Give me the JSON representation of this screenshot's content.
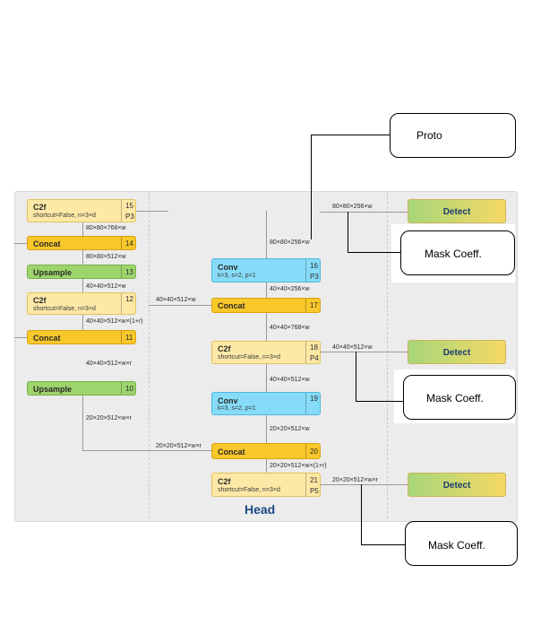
{
  "diagram": {
    "title": "Head",
    "blocks": [
      {
        "name": "C2f",
        "params": "shortcut=False, n=3×d",
        "index": "15",
        "level": "P3"
      },
      {
        "name": "Concat",
        "index": "14"
      },
      {
        "name": "Upsample",
        "index": "13"
      },
      {
        "name": "C2f",
        "params": "shortcut=False, n=3×d",
        "index": "12"
      },
      {
        "name": "Concat",
        "index": "11"
      },
      {
        "name": "Upsample",
        "index": "10"
      },
      {
        "name": "Conv",
        "params": "k=3, s=2, p=1",
        "index": "16",
        "level": "P3"
      },
      {
        "name": "Concat",
        "index": "17"
      },
      {
        "name": "C2f",
        "params": "shortcut=False, n=3×d",
        "index": "18",
        "level": "P4"
      },
      {
        "name": "Conv",
        "params": "k=3, s=2, p=1",
        "index": "19"
      },
      {
        "name": "Concat",
        "index": "20"
      },
      {
        "name": "C2f",
        "params": "shortcut=False, n=3×d",
        "index": "21",
        "level": "P5"
      }
    ],
    "detect": [
      "Detect",
      "Detect",
      "Detect"
    ],
    "tensors": [
      "80×80×768×w",
      "80×80×512×w",
      "40×40×512×w",
      "40×40×512×w×(1+r)",
      "40×40×512×w×r",
      "20×20×512×w×r",
      "80×80×256×w",
      "40×40×256×w",
      "40×40×512×w",
      "40×40×768×w",
      "40×40×512×w",
      "20×20×512×w",
      "20×20×512×w×r",
      "20×20×512×w×(1+r)",
      "80×80×256×w",
      "40×40×512×w",
      "20×20×512×w×r"
    ],
    "annotations": {
      "proto": "Proto",
      "mask1": "Mask Coeff.",
      "mask2": "Mask Coeff.",
      "mask3": "Mask Coeff."
    },
    "colors": {
      "c2f": "#fde8a6",
      "concat": "#f8c72a",
      "upsample": "#9ed46c",
      "conv": "#86dcf8",
      "detect_from": "#a7d679",
      "detect_to": "#f5d965",
      "head_title": "#1a4a84"
    }
  }
}
